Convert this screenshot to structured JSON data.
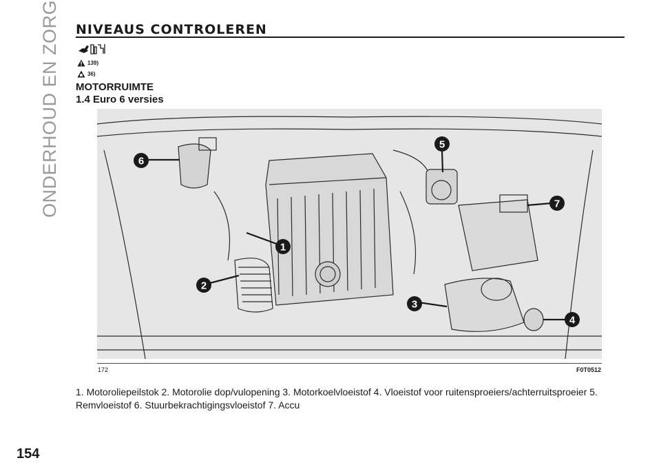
{
  "side_title": "ONDERHOUD EN ZORG",
  "section_title": "NIVEAUS CONTROLEREN",
  "warning_refs": [
    "139)",
    "36)"
  ],
  "subheading_1": "MOTORRUIMTE",
  "subheading_2": "1.4 Euro 6 versies",
  "figure": {
    "number": "172",
    "code": "F0T0512",
    "labels": [
      "1",
      "2",
      "3",
      "4",
      "5",
      "6",
      "7"
    ]
  },
  "caption": "1. Motoroliepeilstok 2. Motorolie dop/vulopening 3. Motorkoelvloeistof 4. Vloeistof voor ruitensproeiers/achterruitsproeier 5. Remvloeistof 6. Stuurbekrachtigingsvloeistof 7. Accu",
  "page_number": "154",
  "icons": [
    "fuel-hand-icon",
    "warning-triangle-icon"
  ],
  "colors": {
    "figure_background": "#e6e6e6",
    "callout": "#1a1a1a",
    "side_title": "#9a9a9a"
  }
}
